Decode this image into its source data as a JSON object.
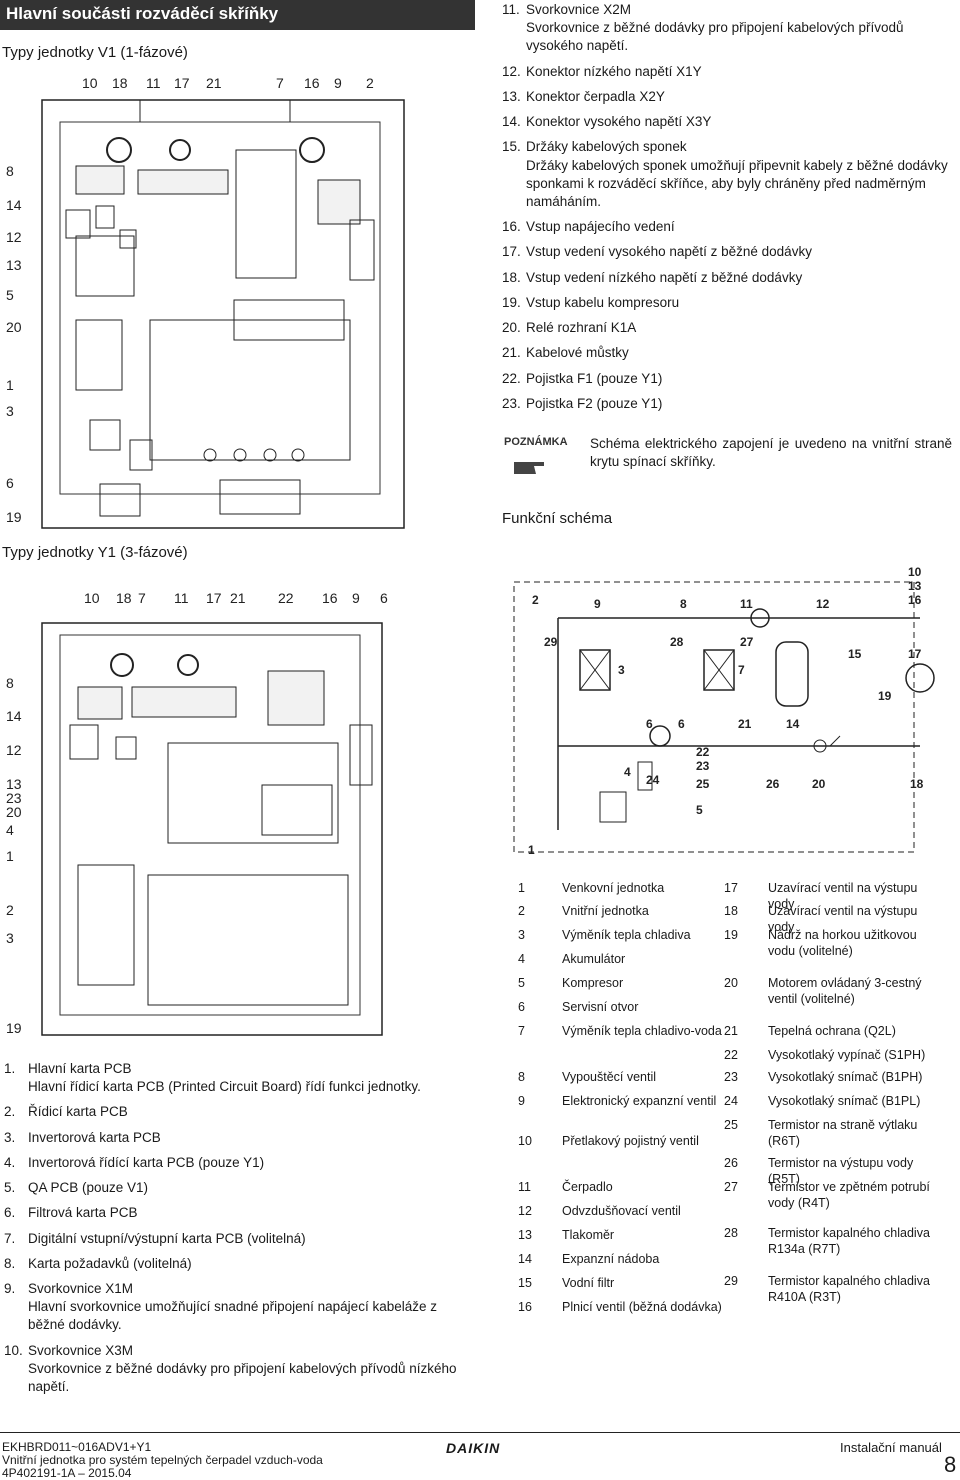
{
  "header": {
    "title": "Hlavní součásti rozváděcí skříňky"
  },
  "v1": {
    "subtitle": "Typy jednotky V1 (1-fázové)",
    "top_labels": [
      "10",
      "18",
      "11",
      "17",
      "21",
      "7",
      "16",
      "9",
      "2"
    ],
    "left_labels": [
      "8",
      "14",
      "12",
      "13",
      "5",
      "20",
      "1",
      "3",
      "6",
      "19"
    ]
  },
  "y1": {
    "subtitle": "Typy jednotky Y1 (3-fázové)",
    "top_labels": [
      "10",
      "18",
      "7",
      "11",
      "17",
      "21",
      "22",
      "16",
      "9",
      "6"
    ],
    "left_labels": [
      "8",
      "14",
      "12",
      "13",
      "23",
      "20",
      "4",
      "1",
      "2",
      "3",
      "19"
    ]
  },
  "left_list": [
    {
      "num": "1.",
      "title": "Hlavní karta PCB",
      "desc": "Hlavní řídicí karta PCB (Printed Circuit Board) řídí funkci jednotky."
    },
    {
      "num": "2.",
      "title": "Řídicí karta PCB",
      "desc": ""
    },
    {
      "num": "3.",
      "title": "Invertorová karta PCB",
      "desc": ""
    },
    {
      "num": "4.",
      "title": "Invertorová řídící karta PCB (pouze Y1)",
      "desc": ""
    },
    {
      "num": "5.",
      "title": "QA PCB (pouze V1)",
      "desc": ""
    },
    {
      "num": "6.",
      "title": "Filtrová karta PCB",
      "desc": ""
    },
    {
      "num": "7.",
      "title": "Digitální vstupní/výstupní karta PCB (volitelná)",
      "desc": ""
    },
    {
      "num": "8.",
      "title": "Karta požadavků (volitelná)",
      "desc": ""
    },
    {
      "num": "9.",
      "title": "Svorkovnice X1M",
      "desc": "Hlavní svorkovnice umožňující snadné připojení napájecí kabeláže z běžné dodávky."
    },
    {
      "num": "10.",
      "title": "Svorkovnice X3M",
      "desc": "Svorkovnice z běžné dodávky pro připojení kabelových přívodů nízkého napětí."
    }
  ],
  "right_list": [
    {
      "num": "11.",
      "title": "Svorkovnice X2M",
      "desc": "Svorkovnice z běžné dodávky pro připojení kabelových přívodů vysokého napětí."
    },
    {
      "num": "12.",
      "title": "Konektor nízkého napětí X1Y",
      "desc": ""
    },
    {
      "num": "13.",
      "title": "Konektor čerpadla X2Y",
      "desc": ""
    },
    {
      "num": "14.",
      "title": "Konektor vysokého napětí X3Y",
      "desc": ""
    },
    {
      "num": "15.",
      "title": "Držáky kabelových sponek",
      "desc": "Držáky kabelových sponek umožňují připevnit kabely z běžné dodávky sponkami k rozváděcí skříňce, aby byly chráněny před nadměrným namáháním."
    },
    {
      "num": "16.",
      "title": "Vstup napájecího vedení",
      "desc": ""
    },
    {
      "num": "17.",
      "title": "Vstup vedení vysokého napětí z běžné dodávky",
      "desc": ""
    },
    {
      "num": "18.",
      "title": "Vstup vedení nízkého napětí z běžné dodávky",
      "desc": ""
    },
    {
      "num": "19.",
      "title": "Vstup kabelu kompresoru",
      "desc": ""
    },
    {
      "num": "20.",
      "title": "Relé rozhraní K1A",
      "desc": ""
    },
    {
      "num": "21.",
      "title": "Kabelové můstky",
      "desc": ""
    },
    {
      "num": "22.",
      "title": "Pojistka F1 (pouze Y1)",
      "desc": ""
    },
    {
      "num": "23.",
      "title": "Pojistka F2 (pouze Y1)",
      "desc": ""
    }
  ],
  "note": {
    "label": "POZNÁMKA",
    "text": "Schéma elektrického zapojení je uvedeno na vnitřní straně krytu spínací skříňky."
  },
  "functional": {
    "title": "Funkční schéma",
    "labels": [
      "2",
      "9",
      "8",
      "11",
      "12",
      "10",
      "13",
      "16",
      "29",
      "28",
      "27",
      "15",
      "17",
      "3",
      "7",
      "19",
      "6",
      "6",
      "21",
      "14",
      "4",
      "24",
      "22",
      "23",
      "25",
      "26",
      "20",
      "18",
      "5",
      "1"
    ],
    "legend_left": [
      {
        "n": "1",
        "t": "Venkovní jednotka"
      },
      {
        "n": "2",
        "t": "Vnitřní jednotka"
      },
      {
        "n": "3",
        "t": "Výměník tepla chladiva"
      },
      {
        "n": "4",
        "t": "Akumulátor"
      },
      {
        "n": "5",
        "t": "Kompresor"
      },
      {
        "n": "6",
        "t": "Servisní otvor"
      },
      {
        "n": "7",
        "t": "Výměník tepla chladivo-voda"
      },
      {
        "n": "8",
        "t": "Vypouštěcí ventil"
      },
      {
        "n": "9",
        "t": "Elektronický expanzní ventil"
      },
      {
        "n": "10",
        "t": "Přetlakový pojistný ventil"
      },
      {
        "n": "11",
        "t": "Čerpadlo"
      },
      {
        "n": "12",
        "t": "Odvzdušňovací ventil"
      },
      {
        "n": "13",
        "t": "Tlakoměr"
      },
      {
        "n": "14",
        "t": "Expanzní nádoba"
      },
      {
        "n": "15",
        "t": "Vodní filtr"
      },
      {
        "n": "16",
        "t": "Plnicí ventil (běžná dodávka)"
      }
    ],
    "legend_right": [
      {
        "n": "17",
        "t": "Uzavírací ventil na výstupu vody"
      },
      {
        "n": "18",
        "t": "Uzavírací ventil na výstupu vody"
      },
      {
        "n": "19",
        "t": "Nádrž na horkou užitkovou vodu (volitelné)"
      },
      {
        "n": "20",
        "t": "Motorem ovládaný 3-cestný ventil (volitelné)"
      },
      {
        "n": "21",
        "t": "Tepelná ochrana (Q2L)"
      },
      {
        "n": "22",
        "t": "Vysokotlaký vypínač (S1PH)"
      },
      {
        "n": "23",
        "t": "Vysokotlaký snímač (B1PH)"
      },
      {
        "n": "24",
        "t": "Vysokotlaký snímač (B1PL)"
      },
      {
        "n": "25",
        "t": "Termistor na straně výtlaku (R6T)"
      },
      {
        "n": "26",
        "t": "Termistor na výstupu vody (R5T)"
      },
      {
        "n": "27",
        "t": "Termistor ve zpětném potrubí vody (R4T)"
      },
      {
        "n": "28",
        "t": "Termistor kapalného chladiva R134a (R7T)"
      },
      {
        "n": "29",
        "t": "Termistor kapalného chladiva R410A (R3T)"
      }
    ]
  },
  "footer": {
    "model": "EKHBRD011~016ADV1+Y1",
    "desc": "Vnitřní jednotka pro systém tepelných čerpadel vzduch-voda",
    "code": "4P402191-1A – 2015.04",
    "brand": "DAIKIN",
    "doc": "Instalační manuál",
    "page": "8"
  }
}
